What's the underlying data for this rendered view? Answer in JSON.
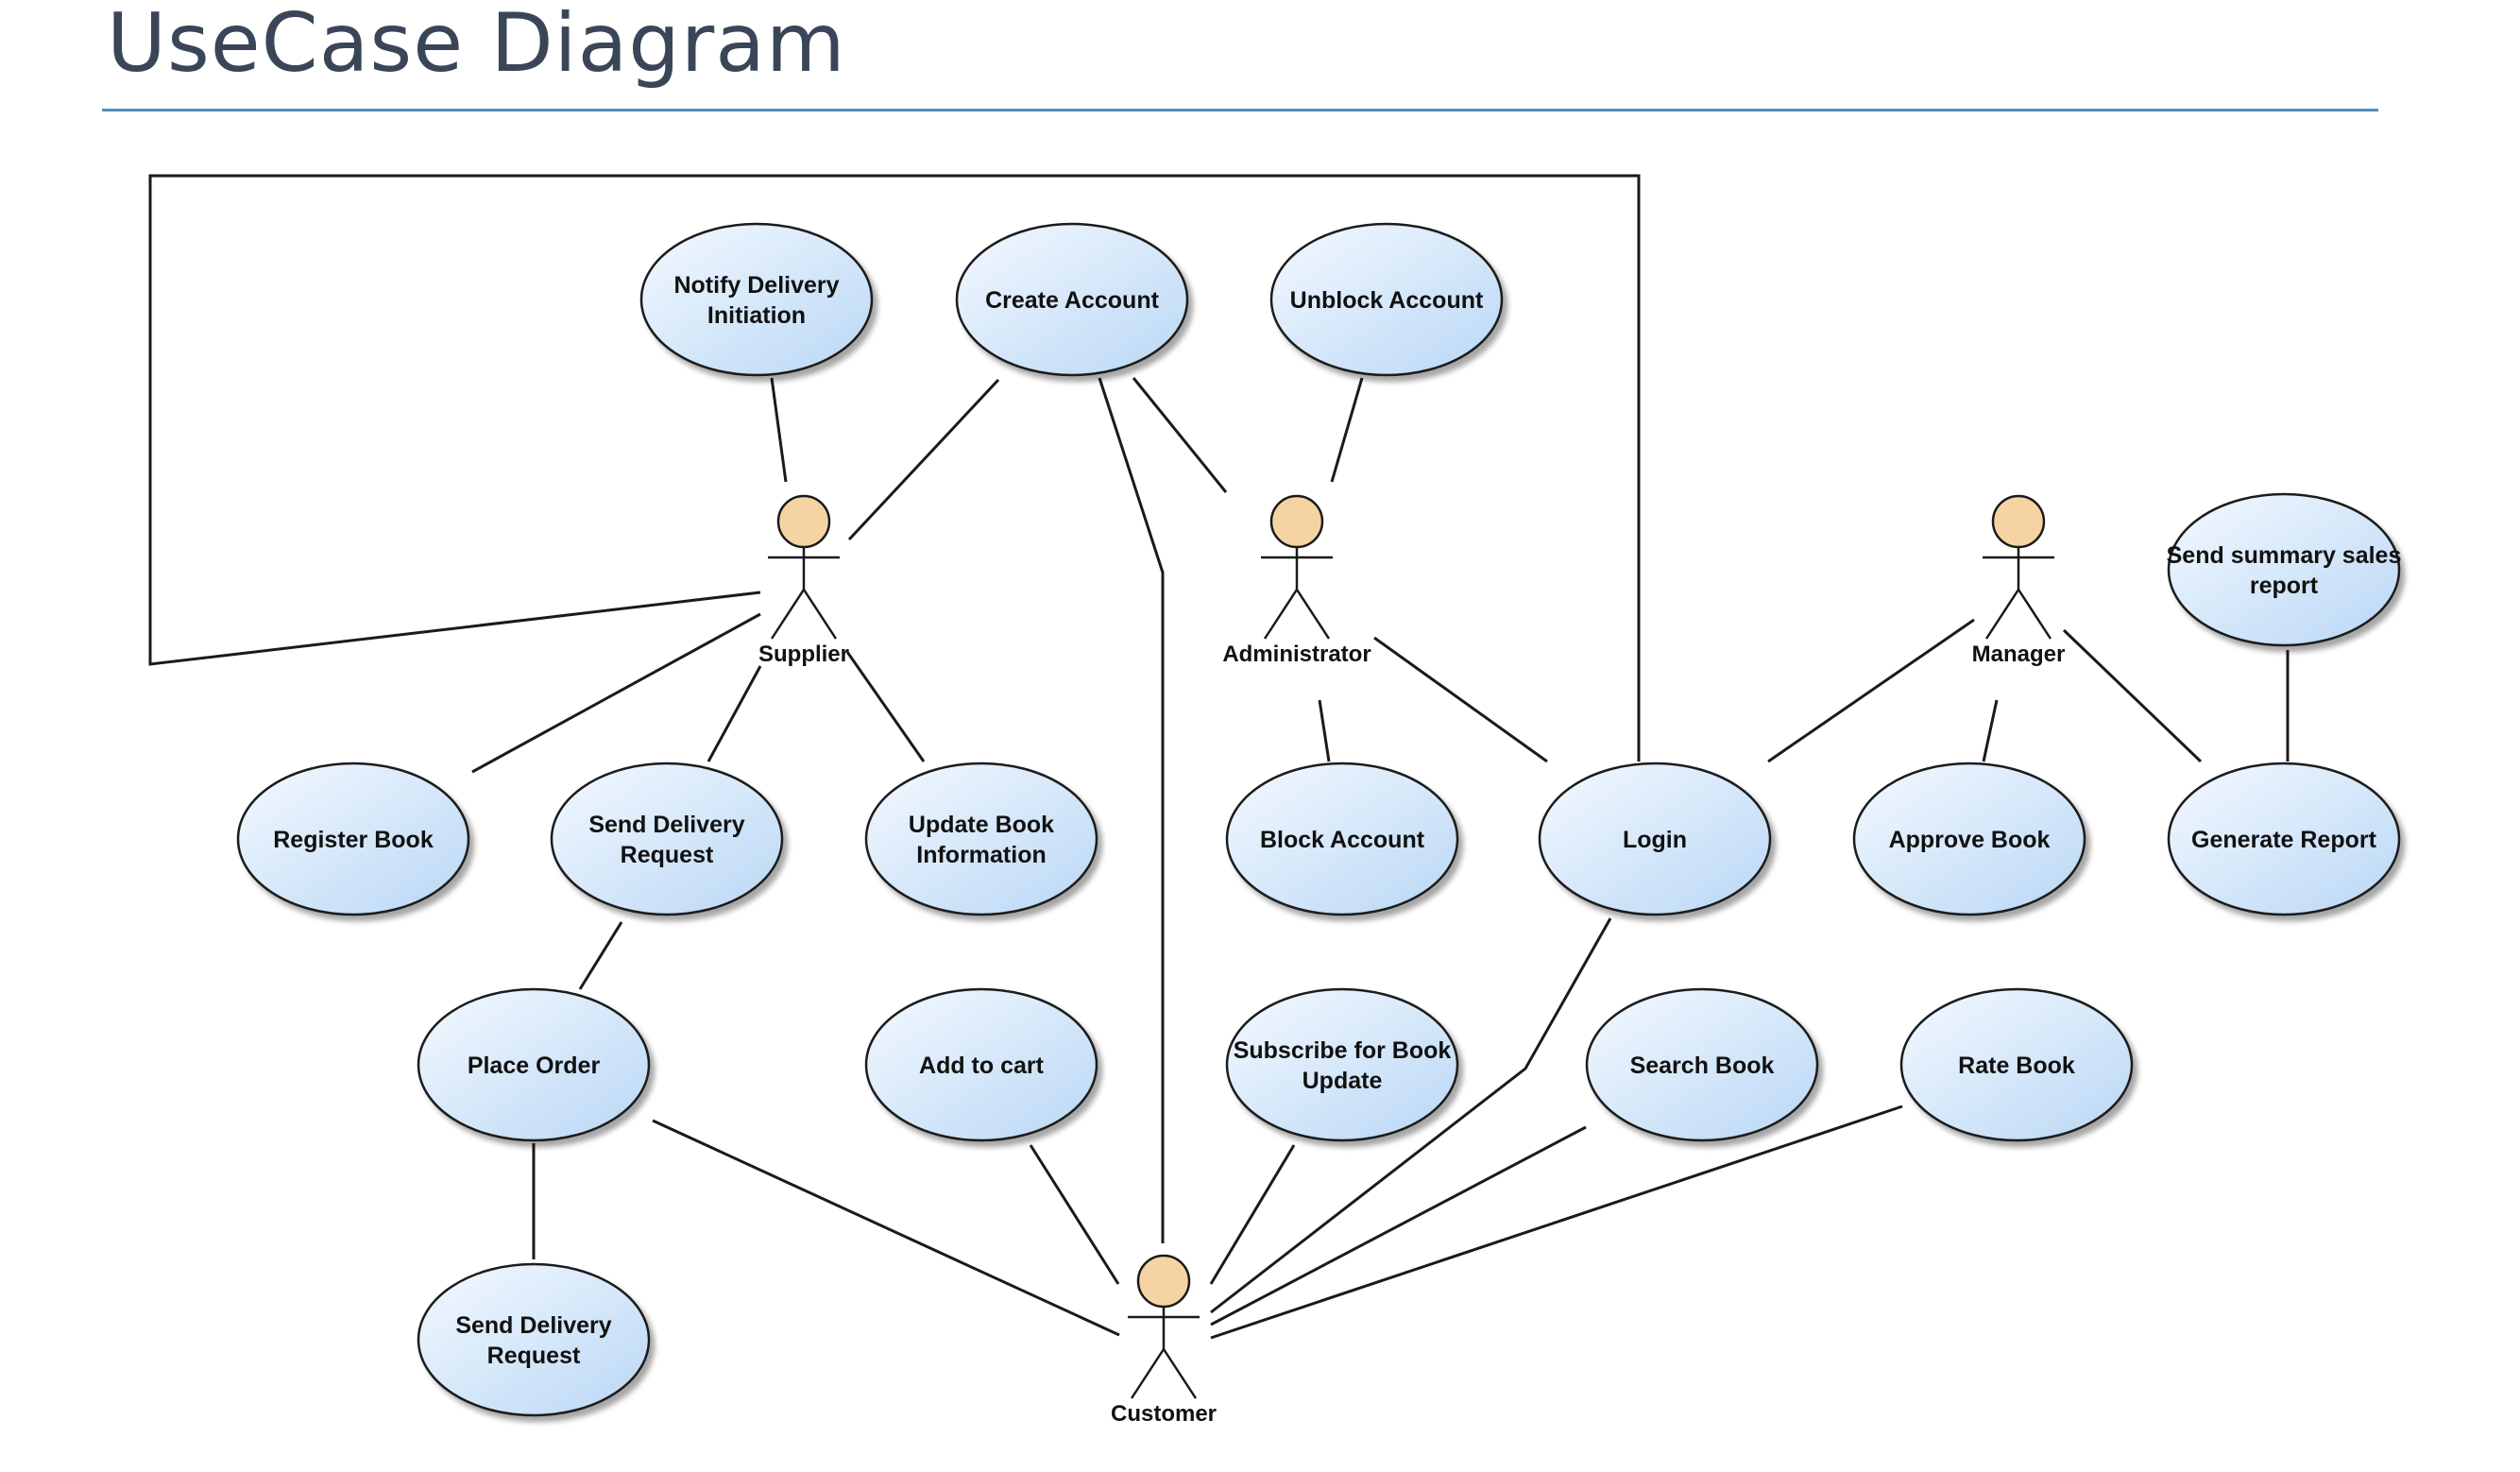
{
  "title": "UseCase Diagram",
  "colors": {
    "title_text": "#3a4658",
    "title_rule": "#4f8fbf",
    "usecase_fill_light": "#f4f9ff",
    "usecase_fill_dark": "#b9d7f5",
    "usecase_stroke": "#1a1a1a",
    "actor_head_fill": "#f6d3a3",
    "line": "#1a1a1a"
  },
  "actors": {
    "supplier": "Supplier",
    "administrator": "Administrator",
    "manager": "Manager",
    "customer": "Customer"
  },
  "use_cases": {
    "notify_delivery_initiation": [
      "Notify Delivery",
      "Initiation"
    ],
    "create_account": [
      "Create Account"
    ],
    "unblock_account": [
      "Unblock Account"
    ],
    "send_summary_sales_report": [
      "Send summary sales",
      "report"
    ],
    "register_book": [
      "Register Book"
    ],
    "send_delivery_request_1": [
      "Send Delivery",
      "Request"
    ],
    "update_book_information": [
      "Update Book",
      "Information"
    ],
    "block_account": [
      "Block Account"
    ],
    "login": [
      "Login"
    ],
    "approve_book": [
      "Approve Book"
    ],
    "generate_report": [
      "Generate Report"
    ],
    "place_order": [
      "Place Order"
    ],
    "add_to_cart": [
      "Add to cart"
    ],
    "subscribe_for_book_update": [
      "Subscribe for Book",
      "Update"
    ],
    "search_book": [
      "Search Book"
    ],
    "rate_book": [
      "Rate Book"
    ],
    "send_delivery_request_2": [
      "Send Delivery",
      "Request"
    ]
  }
}
